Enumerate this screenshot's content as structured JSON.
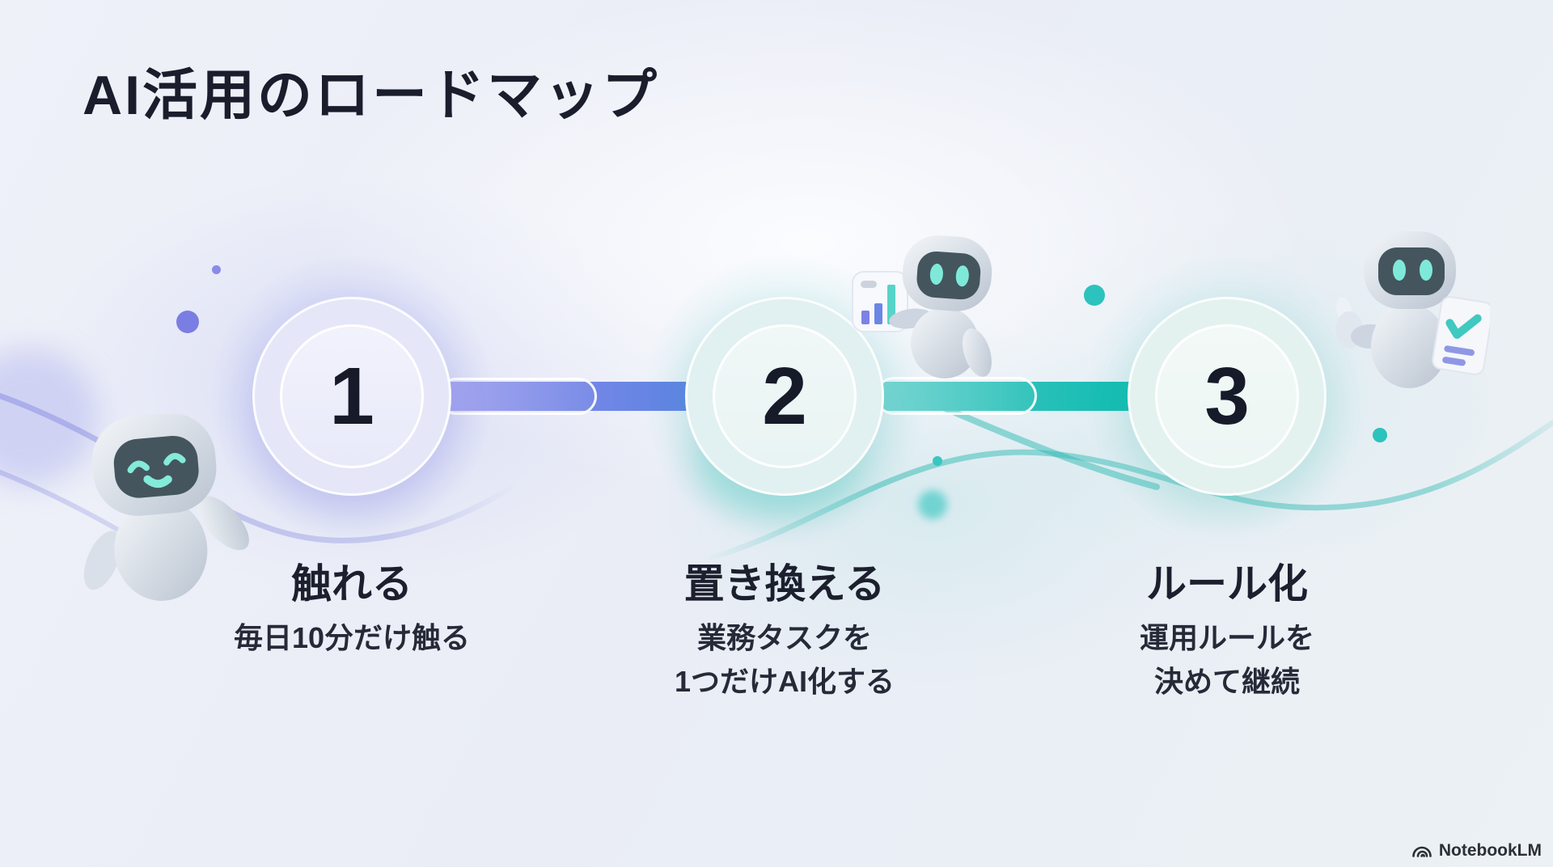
{
  "slide": {
    "title": "AI活用のロードマップ",
    "watermark": "NotebookLM"
  },
  "steps": [
    {
      "number": "1",
      "label": "触れる",
      "desc_line1": "毎日10分だけ触る",
      "mascot": "waving-robot",
      "accent": "#7b80e6"
    },
    {
      "number": "2",
      "label": "置き換える",
      "desc_line1": "業務タスクを",
      "desc_line2": "1つだけAI化する",
      "mascot": "robot-holding-bar-chart",
      "accent": "#35c3be"
    },
    {
      "number": "3",
      "label": "ルール化",
      "desc_line1": "運用ルールを",
      "desc_line2": "決めて継続",
      "mascot": "robot-thumbs-up-with-checklist",
      "accent": "#19bdb3"
    }
  ],
  "palette": {
    "title_color": "#1a1d2c",
    "connector_1": "#6b86e4",
    "connector_2": "#1fbfb6",
    "circle_1_fill": "#e5e7f8",
    "circle_2_fill": "#e1f0f0",
    "circle_3_fill": "#e4f2ef",
    "robot_face": "#44555e",
    "robot_eyes": "#7fe9d9",
    "background": "#edeff7"
  }
}
